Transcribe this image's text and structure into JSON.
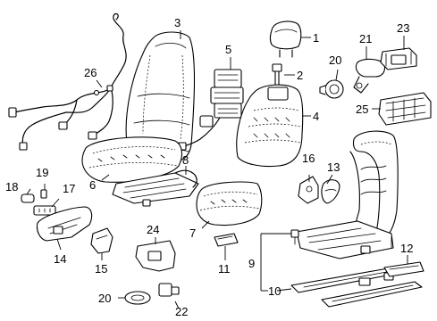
{
  "callouts": {
    "c1": "1",
    "c2": "2",
    "c3": "3",
    "c4": "4",
    "c5": "5",
    "c6": "6",
    "c7": "7",
    "c8": "8",
    "c9": "9",
    "c10": "10",
    "c11": "11",
    "c12": "12",
    "c13": "13",
    "c14": "14",
    "c15": "15",
    "c16": "16",
    "c17": "17",
    "c18": "18",
    "c19": "19",
    "c20a": "20",
    "c20b": "20",
    "c21": "21",
    "c22": "22",
    "c23": "23",
    "c24": "24",
    "c25": "25",
    "c26": "26"
  },
  "colors": {
    "line": "#000000",
    "background": "#ffffff"
  }
}
